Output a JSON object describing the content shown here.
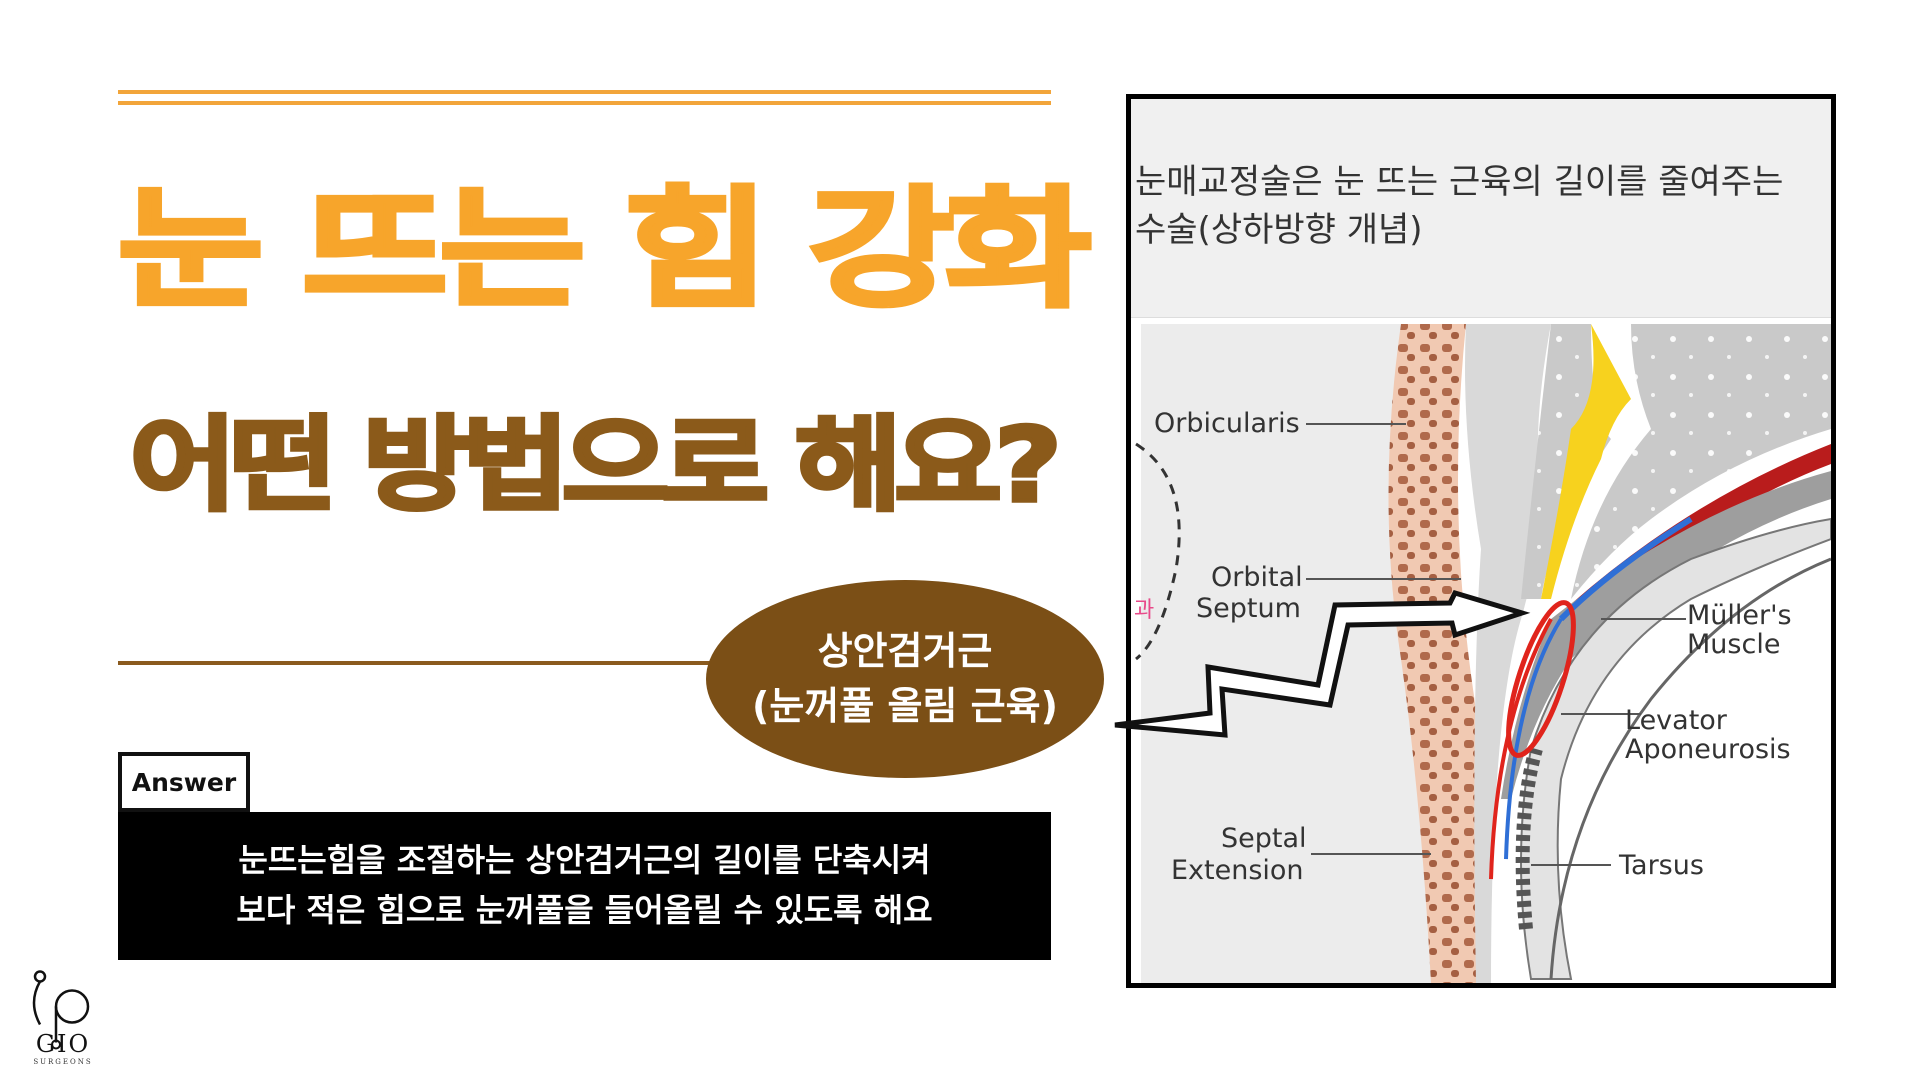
{
  "headline": {
    "line1": "눈 뜨는 힘 강화",
    "line2": "어떤 방법으로 해요?"
  },
  "callout": {
    "line1": "상안검거근",
    "line2": "(눈꺼풀 올림 근육)"
  },
  "answer": {
    "tab_label": "Answer",
    "line1": "눈뜨는힘을 조절하는 상안검거근의 길이를 단축시켜",
    "line2": "보다 적은 힘으로 눈꺼풀을 들어올릴 수 있도록 해요"
  },
  "diagram": {
    "caption_line1": "눈매교정술은  눈 뜨는 근육의 길이를 줄여주는",
    "caption_line2": "수술(상하방향 개념)",
    "partial_text": "과",
    "labels": {
      "orbicularis": "Orbicularis",
      "orbital": "Orbital",
      "septum": "Septum",
      "muller1": "Müller's",
      "muller2": "Muscle",
      "levator1": "Levator",
      "levator2": "Aponeurosis",
      "septal1": "Septal",
      "septal2": "Extension",
      "tarsus": "Tarsus"
    }
  },
  "logo": {
    "name": "GIO",
    "sub": "SURGEONS"
  },
  "colors": {
    "orange": "#f7a52b",
    "brown": "#8b5a1a",
    "highlight_red": "#e0241c"
  }
}
